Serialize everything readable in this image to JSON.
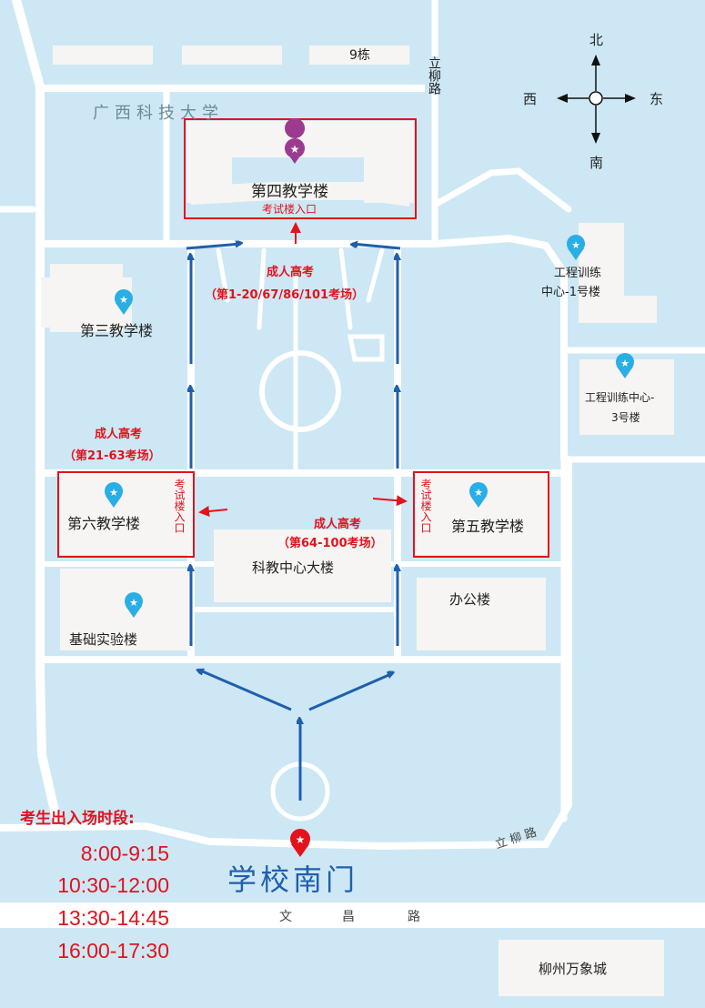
{
  "map": {
    "campus_name": "广西科技大学",
    "buildings": {
      "dorm_9": "9栋",
      "teaching_4": "第四教学楼",
      "teaching_3": "第三教学楼",
      "teaching_6": "第六教学楼",
      "teaching_5": "第五教学楼",
      "science_center": "科教中心大楼",
      "office": "办公楼",
      "lab": "基础实验楼",
      "engineering_1": "工程训练中心-1号楼",
      "engineering_1_line1": "工程训练",
      "engineering_1_line2": "中心-1号楼",
      "engineering_3_line1": "工程训练中心-",
      "engineering_3_line2": "3号楼",
      "mall": "柳州万象城"
    },
    "roads": {
      "liliu_vertical": "立柳路",
      "liliu_bottom": "立柳路",
      "wenchang_1": "文",
      "wenchang_2": "昌",
      "wenchang_3": "路"
    },
    "entrances": {
      "exam_entrance": "考试楼入口"
    },
    "exam_annotations": {
      "north_title": "成人高考",
      "north_rooms": "（第1-20/67/86/101考场）",
      "west_title": "成人高考",
      "west_rooms": "（第21-63考场）",
      "east_title": "成人高考",
      "east_rooms": "（第64-100考场）"
    },
    "gate": "学校南门",
    "compass": {
      "north": "北",
      "south": "南",
      "west": "西",
      "east": "东"
    },
    "schedule": {
      "title": "考生出入场时段:",
      "times": [
        "8:00-9:15",
        "10:30-12:00",
        "13:30-14:45",
        "16:00-17:30"
      ]
    },
    "colors": {
      "water_bg": "#cde8f4",
      "building": "#f6f5f3",
      "exam_red": "#e3121c",
      "arrow_blue": "#1f5fae",
      "pin_blue": "#29aee6",
      "pin_purple": "#9b3a8e"
    }
  }
}
